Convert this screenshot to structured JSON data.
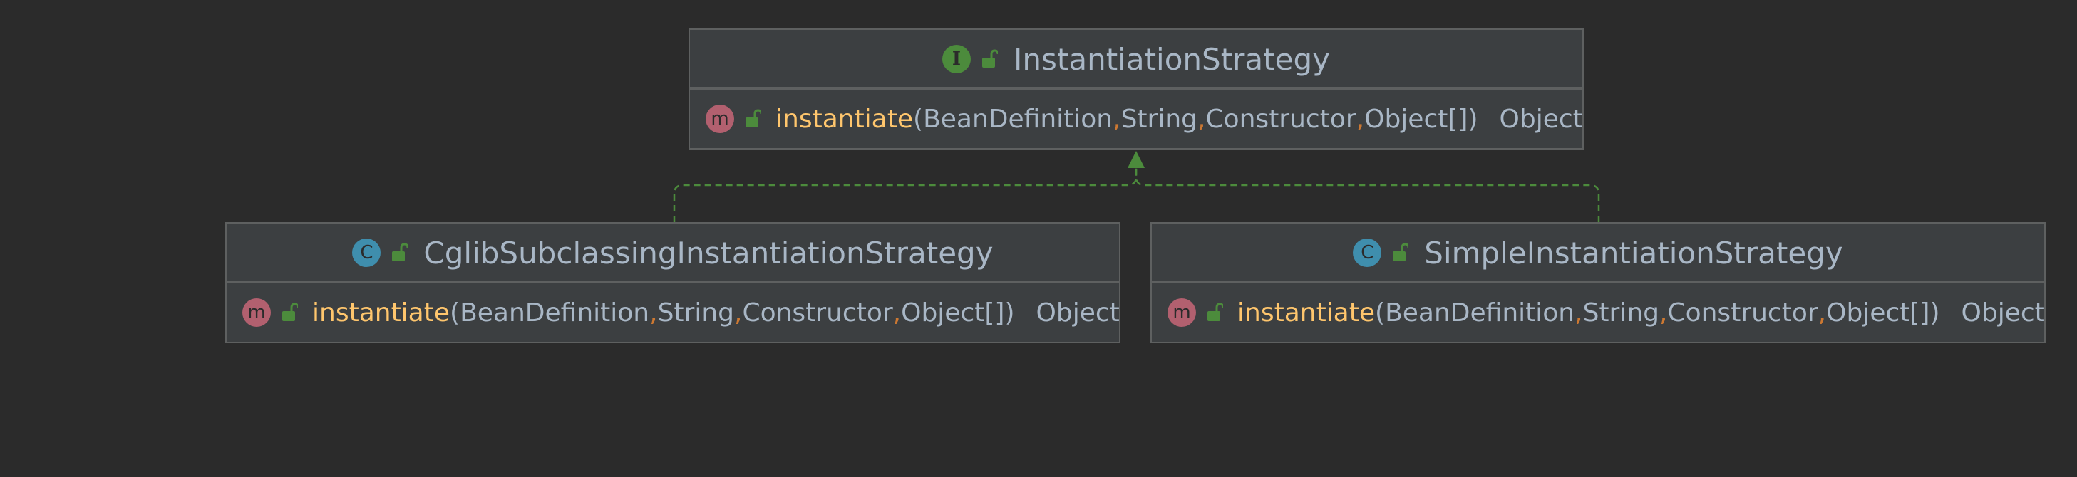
{
  "diagram": {
    "interface": {
      "kind": "I",
      "name": "InstantiationStrategy",
      "method": {
        "kind": "m",
        "name": "instantiate",
        "open": "(",
        "params": [
          "BeanDefinition",
          "String",
          "Constructor",
          "Object[]"
        ],
        "separator": ",",
        "close": ")",
        "return_type": "Object"
      }
    },
    "classes": [
      {
        "kind": "C",
        "name": "CglibSubclassingInstantiationStrategy",
        "method": {
          "kind": "m",
          "name": "instantiate",
          "open": "(",
          "params": [
            "BeanDefinition",
            "String",
            "Constructor",
            "Object[]"
          ],
          "separator": ",",
          "close": ")",
          "return_type": "Object"
        }
      },
      {
        "kind": "C",
        "name": "SimpleInstantiationStrategy",
        "method": {
          "kind": "m",
          "name": "instantiate",
          "open": "(",
          "params": [
            "BeanDefinition",
            "String",
            "Constructor",
            "Object[]"
          ],
          "separator": ",",
          "close": ")",
          "return_type": "Object"
        }
      }
    ],
    "relation": "realization",
    "colors": {
      "background": "#2b2b2b",
      "box": "#3c3f41",
      "border": "#5e6060",
      "connector": "#4c8b3c",
      "method_name": "#ffc66d",
      "comma": "#cc7832",
      "text": "#a9b7c6",
      "interface_badge": "#4c8b3c",
      "class_badge": "#3f8ead",
      "method_badge": "#b2606f",
      "lock_icon": "#4c8b3c"
    },
    "icons": {
      "interface": "interface-icon",
      "class": "class-icon",
      "method": "method-icon",
      "visibility": "public-lock-icon"
    }
  }
}
